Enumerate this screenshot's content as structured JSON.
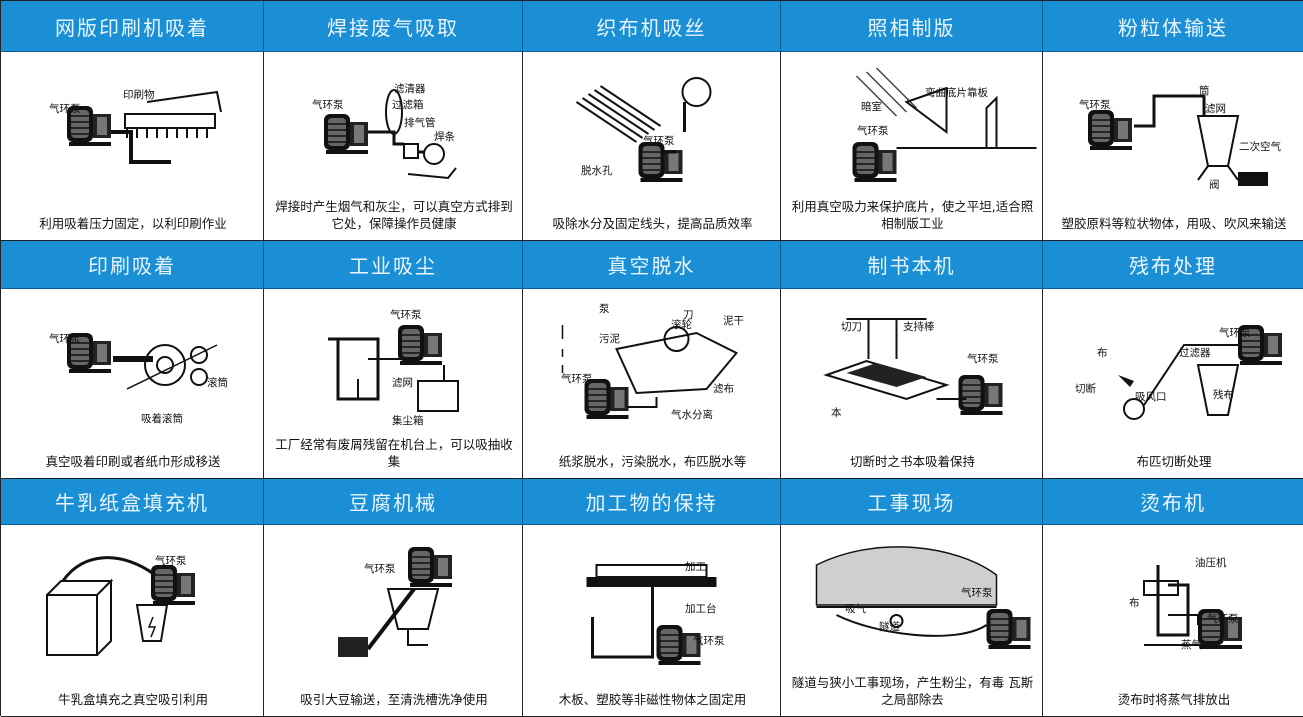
{
  "rows": [
    {
      "cells": [
        {
          "title": "网版印刷机吸着",
          "caption": "利用吸着压力固定，以利印刷作业",
          "labels": [
            "气环泵",
            "印刷物"
          ]
        },
        {
          "title": "焊接废气吸取",
          "caption": "焊接时产生烟气和灰尘，可以真空方式排到它处，保障操作员健康",
          "labels": [
            "气环泵",
            "滤清器",
            "过滤箱",
            "排气管",
            "焊条"
          ]
        },
        {
          "title": "织布机吸丝",
          "caption": "吸除水分及固定线头，提高品质效率",
          "labels": [
            "气环泵",
            "脱水孔"
          ]
        },
        {
          "title": "照相制版",
          "caption": "利用真空吸力来保护底片，使之平坦,适合照相制版工业",
          "labels": [
            "弯曲底片靠板",
            "暗室",
            "气环泵"
          ]
        },
        {
          "title": "粉粒体输送",
          "caption": "塑胶原料等粒状物体，用吸、吹风来输送",
          "labels": [
            "气环泵",
            "筒",
            "滤网",
            "二次空气",
            "阀"
          ]
        }
      ]
    },
    {
      "cells": [
        {
          "title": "印刷吸着",
          "caption": "真空吸着印刷或者纸巾形成移送",
          "labels": [
            "气环泵",
            "滚筒",
            "吸着滚筒"
          ]
        },
        {
          "title": "工业吸尘",
          "caption": "工厂经常有废屑残留在机台上，可以吸抽收集",
          "labels": [
            "气环泵",
            "滤网",
            "集尘箱"
          ]
        },
        {
          "title": "真空脱水",
          "caption": "纸浆脱水，污染脱水，布匹脱水等",
          "labels": [
            "泵",
            "污泥",
            "滚轮",
            "刀",
            "泥干",
            "气环泵",
            "滤布",
            "气水分离"
          ]
        },
        {
          "title": "制书本机",
          "caption": "切断时之书本吸着保持",
          "labels": [
            "切刀",
            "支持棒",
            "气环泵",
            "本"
          ]
        },
        {
          "title": "残布处理",
          "caption": "布匹切断处理",
          "labels": [
            "气环泵",
            "布",
            "过滤器",
            "切断",
            "吸风口",
            "残布"
          ]
        }
      ]
    },
    {
      "cells": [
        {
          "title": "牛乳纸盒填充机",
          "caption": "牛乳盒填充之真空吸引利用",
          "labels": [
            "气环泵"
          ]
        },
        {
          "title": "豆腐机械",
          "caption": "吸引大豆输送，至清洗槽洗净使用",
          "labels": [
            "气环泵"
          ]
        },
        {
          "title": "加工物的保持",
          "caption": "木板、塑胶等非磁性物体之固定用",
          "labels": [
            "加工",
            "加工台",
            "气环泵"
          ]
        },
        {
          "title": "工事现场",
          "caption": "隧道与狭小工事现场，产生粉尘，有毒 瓦斯之局部除去",
          "labels": [
            "气环泵",
            "吸气",
            "隧道"
          ]
        },
        {
          "title": "烫布机",
          "caption": "烫布时将蒸气排放出",
          "labels": [
            "油压机",
            "布",
            "气环泵",
            "蒸气"
          ]
        }
      ]
    }
  ]
}
